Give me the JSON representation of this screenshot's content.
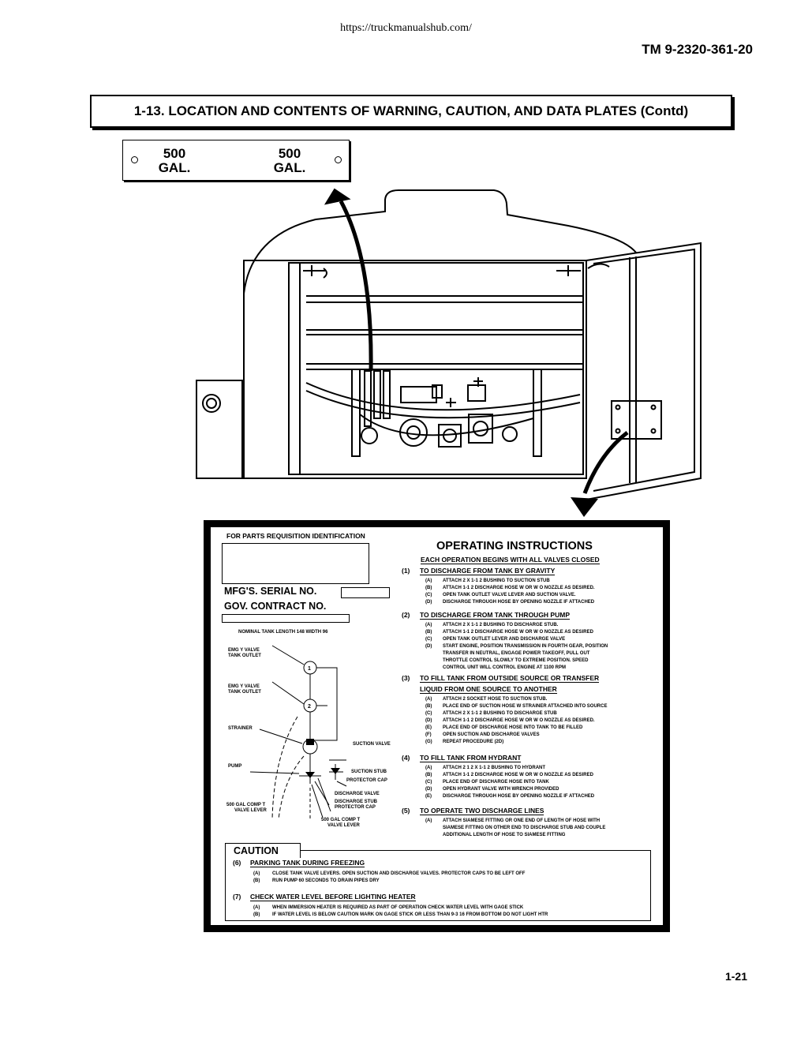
{
  "header": {
    "url": "https://truckmanualshub.com/",
    "tm_number": "TM 9-2320-361-20"
  },
  "section_title": "1-13. LOCATION AND CONTENTS OF WARNING, CAUTION, AND DATA PLATES (Contd)",
  "capacity_plate": {
    "left_qty": "500",
    "left_unit": "GAL.",
    "right_qty": "500",
    "right_unit": "GAL."
  },
  "data_plate": {
    "parts_label": "FOR PARTS REQUISITION IDENTIFICATION",
    "serial_label": "MFG'S. SERIAL NO.",
    "contract_label": "GOV. CONTRACT NO.",
    "tank_dims": "NOMINAL TANK LENGTH 148    WIDTH 96",
    "diagram_labels": {
      "emg1": "EMG Y VALVE",
      "emg1b": "TANK OUTLET",
      "emg2": "EMG Y VALVE",
      "emg2b": "TANK OUTLET",
      "strainer": "STRAINER",
      "pump": "PUMP",
      "suction_valve": "SUCTION VALVE",
      "suction_stub": "SUCTION STUB",
      "protector_cap1": "PROTECTOR CAP",
      "discharge_valve": "DISCHARGE VALVE",
      "discharge_stub": "DISCHARGE STUB",
      "protector_cap2": "PROTECTOR CAP",
      "comp_left": "500 GAL COMP T",
      "comp_left_b": "VALVE LEVER",
      "comp_right": "500 GAL COMP T",
      "comp_right_b": "VALVE LEVER",
      "circle1": "1",
      "circle2": "2"
    },
    "op_title": "OPERATING INSTRUCTIONS",
    "op_subtitle": "EACH OPERATION BEGINS WITH ALL VALVES CLOSED",
    "sections": [
      {
        "num": "(1)",
        "title": "TO DISCHARGE FROM TANK BY GRAVITY",
        "steps": [
          [
            "(A)",
            "ATTACH 2  X 1-1 2  BUSHING TO SUCTION STUB"
          ],
          [
            "(B)",
            "ATTACH 1-1 2  DISCHARGE HOSE W  OR W O NOZZLE AS DESIRED."
          ],
          [
            "(C)",
            "OPEN TANK OUTLET VALVE LEVER AND SUCTION VALVE."
          ],
          [
            "(D)",
            "DISCHARGE THROUGH HOSE BY OPENING NOZZLE IF ATTACHED"
          ]
        ]
      },
      {
        "num": "(2)",
        "title": "TO DISCHARGE FROM TANK THROUGH PUMP",
        "steps": [
          [
            "(A)",
            "ATTACH 2  X 1-1 2  BUSHING TO DISCHARGE STUB."
          ],
          [
            "(B)",
            "ATTACH 1-1 2  DISCHARGE HOSE W  OR W O NOZZLE AS DESIRED"
          ],
          [
            "(C)",
            "OPEN TANK OUTLET LEVER AND DISCHARGE VALVE"
          ],
          [
            "(D)",
            "START ENGINE, POSITION TRANSMISSION IN FOURTH GEAR, POSITION"
          ],
          [
            "",
            "TRANSFER IN NEUTRAL, ENGAGE POWER TAKEOFF, PULL OUT"
          ],
          [
            "",
            "THROTTLE CONTROL SLOWLY TO EXTREME POSITION. SPEED"
          ],
          [
            "",
            "CONTROL UNIT WILL CONTROL ENGINE AT 1100 RPM"
          ]
        ]
      },
      {
        "num": "(3)",
        "title": "TO FILL TANK FROM OUTSIDE SOURCE OR TRANSFER",
        "title2": "LIQUID FROM ONE SOURCE TO ANOTHER",
        "steps": [
          [
            "(A)",
            "ATTACH 2  SOCKET HOSE TO SUCTION STUB."
          ],
          [
            "(B)",
            "PLACE END OF SUCTION HOSE W STRAINER ATTACHED INTO SOURCE"
          ],
          [
            "(C)",
            "ATTACH 2  X 1-1 2  BUSHING TO DISCHARGE STUB"
          ],
          [
            "(D)",
            "ATTACH 1-1 2  DISCHARGE HOSE W  OR W O NOZZLE AS DESIRED."
          ],
          [
            "(E)",
            "PLACE END OF DISCHARGE HOSE INTO TANK TO BE FILLED"
          ],
          [
            "(F)",
            "OPEN SUCTION AND DISCHARGE VALVES"
          ],
          [
            "(G)",
            "REPEAT PROCEDURE (2D)"
          ]
        ]
      },
      {
        "num": "(4)",
        "title": "TO FILL TANK FROM HYDRANT",
        "steps": [
          [
            "(A)",
            "ATTACH 2 1 2  X 1-1 2  BUSHING TO HYDRANT"
          ],
          [
            "(B)",
            "ATTACH 1-1 2  DISCHARGE HOSE W  OR W O NOZZLE AS DESIRED"
          ],
          [
            "(C)",
            "PLACE END OF DISCHARGE HOSE INTO TANK"
          ],
          [
            "(D)",
            "OPEN HYDRANT VALVE WITH WRENCH PROVIDED"
          ],
          [
            "(E)",
            "DISCHARGE THROUGH HOSE BY OPENING NOZZLE IF ATTACHED"
          ]
        ]
      },
      {
        "num": "(5)",
        "title": "TO OPERATE TWO DISCHARGE LINES",
        "steps": [
          [
            "(A)",
            "ATTACH SIAMESE FITTING OR ONE END OF LENGTH OF HOSE WITH"
          ],
          [
            "",
            "SIAMESE FITTING ON OTHER END TO DISCHARGE STUB AND COUPLE"
          ],
          [
            "",
            "ADDITIONAL LENGTH OF HOSE TO SIAMESE FITTING"
          ]
        ]
      }
    ],
    "caution": {
      "label": "CAUTION",
      "sections": [
        {
          "num": "(6)",
          "title": "PARKING TANK DURING FREEZING",
          "steps": [
            [
              "(A)",
              "CLOSE TANK VALVE LEVERS. OPEN SUCTION AND DISCHARGE VALVES. PROTECTOR CAPS TO BE LEFT OFF"
            ],
            [
              "(B)",
              "RUN PUMP 60 SECONDS TO DRAIN PIPES DRY"
            ]
          ]
        },
        {
          "num": "(7)",
          "title": "CHECK WATER LEVEL BEFORE LIGHTING HEATER",
          "steps": [
            [
              "(A)",
              "WHEN IMMERSION HEATER IS REQUIRED AS PART OF OPERATION CHECK WATER LEVEL WITH GAGE STICK"
            ],
            [
              "(B)",
              "IF WATER LEVEL IS BELOW CAUTION MARK ON GAGE STICK OR LESS THAN 9-3 16  FROM BOTTOM DO NOT LIGHT HTR"
            ]
          ]
        }
      ]
    }
  },
  "footer": {
    "page": "1-21"
  }
}
